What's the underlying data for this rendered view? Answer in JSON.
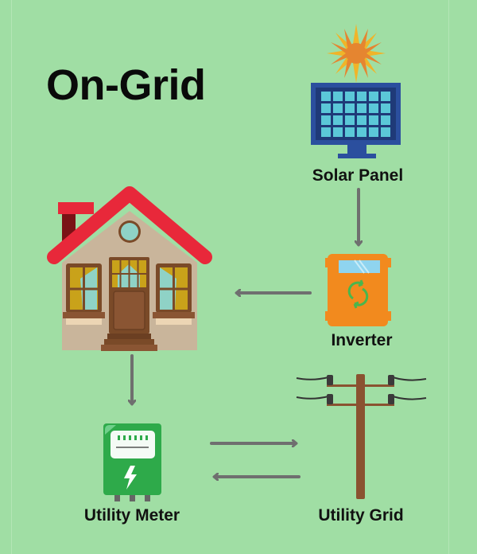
{
  "title": "On-Grid",
  "nodes": {
    "solar_panel": {
      "label": "Solar Panel",
      "icon": "solar-panel-icon"
    },
    "inverter": {
      "label": "Inverter",
      "icon": "inverter-icon"
    },
    "house": {
      "label": "",
      "icon": "house-icon"
    },
    "utility_meter": {
      "label": "Utility Meter",
      "icon": "utility-meter-icon"
    },
    "utility_grid": {
      "label": "Utility Grid",
      "icon": "utility-pole-icon"
    }
  },
  "edges": [
    {
      "from": "Solar Panel",
      "to": "Inverter"
    },
    {
      "from": "Inverter",
      "to": "House"
    },
    {
      "from": "House",
      "to": "Utility Meter"
    },
    {
      "from": "Utility Meter",
      "to": "Utility Grid"
    },
    {
      "from": "Utility Grid",
      "to": "Utility Meter"
    }
  ],
  "colors": {
    "background": "#a0dea4",
    "arrow": "#6f6f6f",
    "roof": "#e8283a",
    "panel_frame": "#2b4f9e",
    "panel_cell": "#5bc8d8",
    "inverter": "#f28a1e",
    "meter": "#2eaa4a",
    "pole": "#8a5230",
    "sun": "#f0b429",
    "sun_core": "#e58530"
  }
}
